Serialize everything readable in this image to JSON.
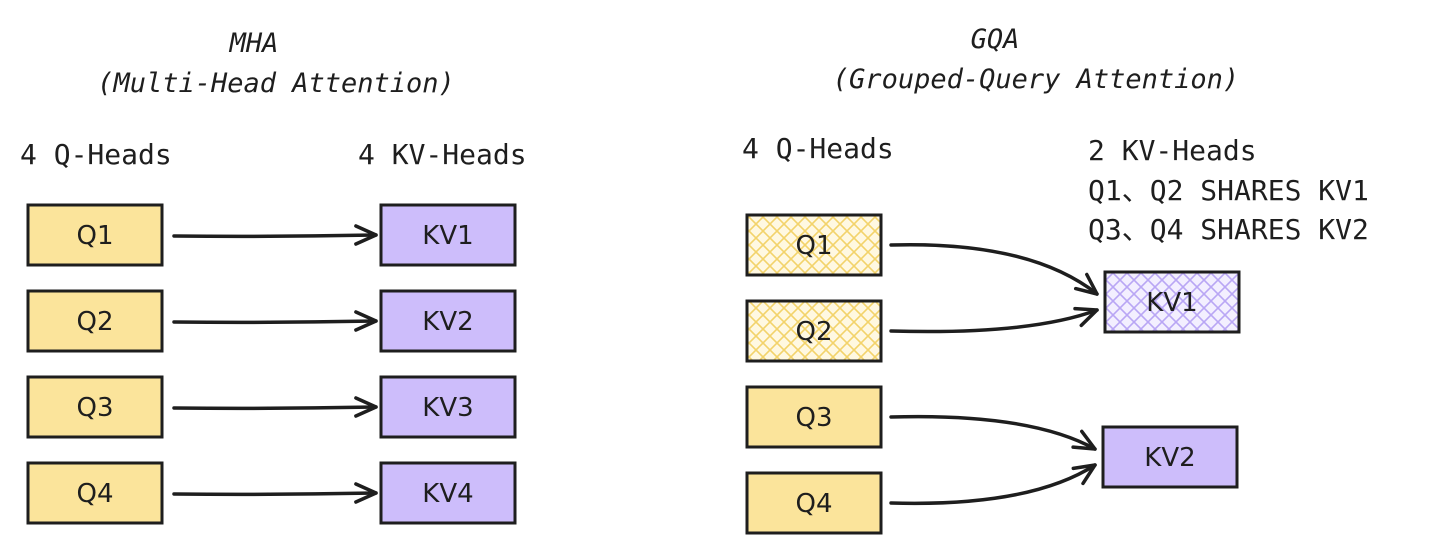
{
  "colors": {
    "q_fill": "#fbe49b",
    "kv_fill": "#cdbdfb",
    "stroke": "#1e1e1e",
    "hatch_q": "#f3d36a",
    "hatch_kv": "#b9a6f5"
  },
  "mha": {
    "title_line1": "MHA",
    "title_line2": "(Multi-Head Attention)",
    "q_heading": "4 Q-Heads",
    "kv_heading": "4 KV-Heads",
    "q_boxes": [
      "Q1",
      "Q2",
      "Q3",
      "Q4"
    ],
    "kv_boxes": [
      "KV1",
      "KV2",
      "KV3",
      "KV4"
    ],
    "connections": [
      [
        0,
        0
      ],
      [
        1,
        1
      ],
      [
        2,
        2
      ],
      [
        3,
        3
      ]
    ]
  },
  "gqa": {
    "title_line1": "GQA",
    "title_line2": "(Grouped-Query Attention)",
    "q_heading": "4 Q-Heads",
    "kv_heading": "2 KV-Heads",
    "note_line1": "Q1、Q2 SHARES KV1",
    "note_line2": "Q3、Q4 SHARES KV2",
    "q_boxes": [
      "Q1",
      "Q2",
      "Q3",
      "Q4"
    ],
    "kv_boxes": [
      "KV1",
      "KV2"
    ],
    "hatched_q": [
      true,
      true,
      false,
      false
    ],
    "hatched_kv": [
      true,
      false
    ],
    "connections": [
      [
        0,
        0
      ],
      [
        1,
        0
      ],
      [
        2,
        1
      ],
      [
        3,
        1
      ]
    ]
  }
}
